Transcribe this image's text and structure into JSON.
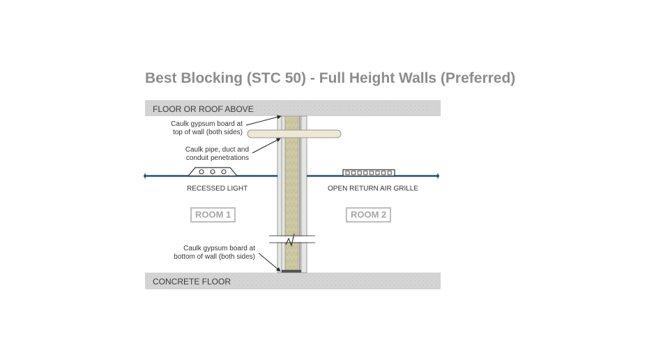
{
  "title": "Best Blocking (STC 50) - Full Height Walls (Preferred)",
  "slabs": {
    "top_label": "FLOOR OR ROOF ABOVE",
    "bottom_label": "CONCRETE FLOOR"
  },
  "callouts": {
    "caulk_top": [
      "Caulk gypsum board at",
      "top of wall (both sides)"
    ],
    "caulk_pipe": [
      "Caulk pipe, duct and",
      "conduit penetrations"
    ],
    "caulk_bottom": [
      "Caulk gypsum board at",
      "bottom of wall (both sides)"
    ]
  },
  "fixtures": {
    "recessed_light": "RECESSED LIGHT",
    "return_grille": "OPEN RETURN AIR GRILLE"
  },
  "rooms": {
    "room1": "ROOM 1",
    "room2": "ROOM 2"
  },
  "colors": {
    "slab": "#d4d4d4",
    "gypsum": "#e6e7e2",
    "insulation": "#cdc9a2",
    "pipe": "#ece8d6",
    "ceiling": "#1f4e6e",
    "title": "#8c8c8c"
  }
}
